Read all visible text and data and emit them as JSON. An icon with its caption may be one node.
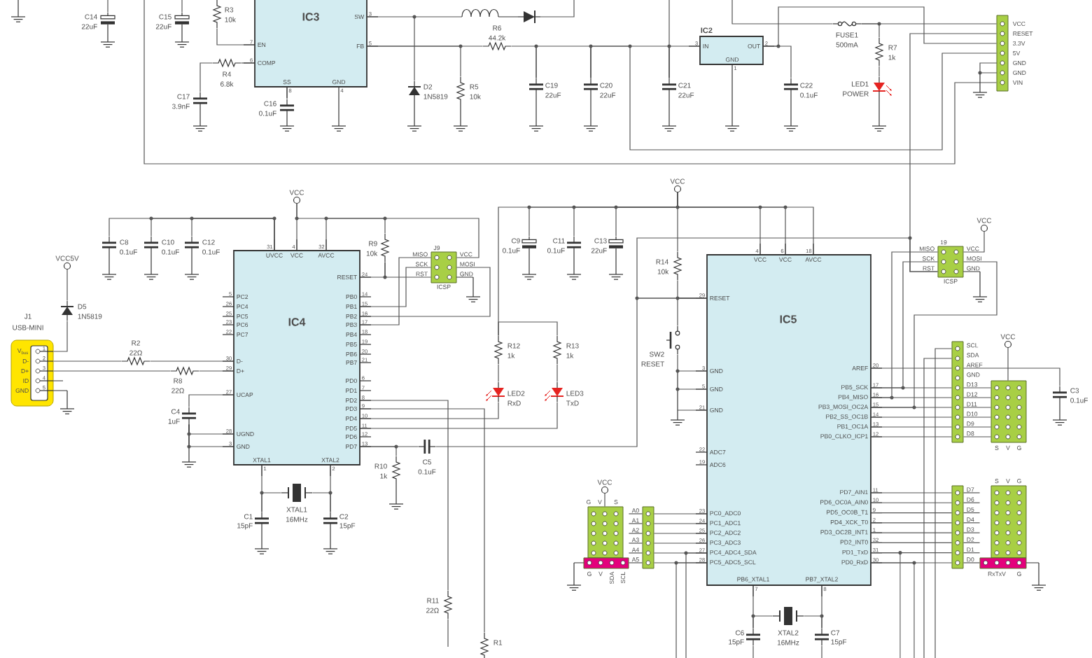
{
  "diagram": {
    "nodes": [
      {
        "text": [
          "C14",
          "22uF"
        ]
      },
      {
        "text": [
          "C15",
          "22uF"
        ]
      },
      {
        "text": [
          "R3",
          "10k"
        ]
      },
      {
        "text": [
          "IC3",
          "EN",
          "COMP",
          "SS",
          "GND",
          "SW",
          "FB"
        ],
        "beside": [
          "7",
          "6",
          "8",
          "4",
          "3",
          "5"
        ]
      },
      {
        "text": [
          "R4",
          "6.8k"
        ]
      },
      {
        "text": [
          "C17",
          "3.9nF"
        ]
      },
      {
        "text": [
          "C16",
          "0.1uF"
        ]
      },
      {
        "text": [
          "D2",
          "1N5819"
        ]
      },
      {
        "text": [
          "R5",
          "10k"
        ]
      },
      {
        "text": [
          "R6",
          "44.2k"
        ]
      },
      {
        "text": [
          "C19",
          "22uF"
        ]
      },
      {
        "text": [
          "C20",
          "22uF"
        ]
      },
      {
        "text": [
          "IC2",
          "IN",
          "OUT",
          "GND"
        ],
        "beside": [
          "3",
          "2",
          "1"
        ]
      },
      {
        "text": [
          "C21",
          "22uF"
        ]
      },
      {
        "text": [
          "C22",
          "0.1uF"
        ]
      },
      {
        "text": [
          "FUSE1",
          "500mA"
        ]
      },
      {
        "text": [
          "R7",
          "1k"
        ]
      },
      {
        "text": [
          "LED1",
          "POWER"
        ]
      },
      {
        "text": [
          "VCC",
          "RESET",
          "3.3V",
          "5V",
          "GND",
          "GND",
          "VIN"
        ]
      },
      {
        "text": [
          "VCC"
        ]
      },
      {
        "text": [
          "C8",
          "0.1uF"
        ]
      },
      {
        "text": [
          "C10",
          "0.1uF"
        ]
      },
      {
        "text": [
          "C12",
          "0.1uF"
        ]
      },
      {
        "text": [
          "IC4",
          "UVCC",
          "VCC",
          "AVCC",
          "PC2",
          "PC4",
          "PC5",
          "PC6",
          "PC7",
          "D-",
          "D+",
          "UCAP",
          "UGND",
          "GND",
          "RESET",
          "PB0",
          "PB1",
          "PB2",
          "PB3",
          "PB4",
          "PB5",
          "PB6",
          "PB7",
          "PD0",
          "PD1",
          "PD2",
          "PD3",
          "PD4",
          "PD5",
          "PD6",
          "PD7",
          "XTAL1",
          "XTAL2"
        ],
        "beside": [
          "31",
          "4",
          "32",
          "5",
          "26",
          "25",
          "23",
          "22",
          "30",
          "29",
          "27",
          "28",
          "3",
          "24",
          "14",
          "15",
          "16",
          "17",
          "18",
          "19",
          "20",
          "21",
          "6",
          "7",
          "8",
          "9",
          "10",
          "11",
          "12",
          "13",
          "1",
          "2"
        ]
      },
      {
        "text": [
          "R9",
          "10k"
        ]
      },
      {
        "text": [
          "J9",
          "MISO",
          "SCK",
          "RST",
          "VCC",
          "MOSI",
          "GND",
          "ICSP"
        ]
      },
      {
        "text": [
          "VCC5V"
        ]
      },
      {
        "text": [
          "D5",
          "1N5819"
        ]
      },
      {
        "text": [
          "J1",
          "USB-MINI",
          "V$_{bus}$",
          "D-",
          "D+",
          "ID",
          "GND",
          "1",
          "2",
          "3",
          "4",
          "5"
        ]
      },
      {
        "text": [
          "R2",
          "22Ω"
        ]
      },
      {
        "text": [
          "R8",
          "22Ω"
        ]
      },
      {
        "text": [
          "C4",
          "1uF"
        ]
      },
      {
        "text": [
          "C1",
          "15pF"
        ]
      },
      {
        "text": [
          "XTAL1",
          "16MHz"
        ]
      },
      {
        "text": [
          "C2",
          "15pF"
        ]
      },
      {
        "text": [
          "R10",
          "1k"
        ]
      },
      {
        "text": [
          "C5",
          "0.1uF"
        ]
      },
      {
        "text": [
          "R11",
          "22Ω"
        ]
      },
      {
        "text": [
          "R1"
        ]
      },
      {
        "text": [
          "VCC"
        ]
      },
      {
        "text": [
          "C9",
          "0.1uF"
        ]
      },
      {
        "text": [
          "C11",
          "0.1uF"
        ]
      },
      {
        "text": [
          "C13",
          "22uF"
        ]
      },
      {
        "text": [
          "R12",
          "1k"
        ]
      },
      {
        "text": [
          "LED2",
          "RxD"
        ]
      },
      {
        "text": [
          "R13",
          "1k"
        ]
      },
      {
        "text": [
          "LED3",
          "TxD"
        ]
      },
      {
        "text": [
          "R14",
          "10k"
        ]
      },
      {
        "text": [
          "SW2",
          "RESET"
        ]
      },
      {
        "text": [
          "IC5",
          "VCC",
          "VCC",
          "AVCC",
          "RESET",
          "GND",
          "GND",
          "GND",
          "ADC7",
          "ADC6",
          "PC0_ADC0",
          "PC1_ADC1",
          "PC2_ADC2",
          "PC3_ADC3",
          "PC4_ADC4_SDA",
          "PC5_ADC5_SCL",
          "AREF",
          "PB5_SCK",
          "PB4_MISO",
          "PB3_MOSI_OC2A",
          "PB2_SS_OC1B",
          "PB1_OC1A",
          "PB0_CLKO_ICP1",
          "PD7_AIN1",
          "PD6_OC0A_AIN0",
          "PD5_OC0B_T1",
          "PD4_XCK_T0",
          "PD3_OC2B_INT1",
          "PD2_INT0",
          "PD1_TxD",
          "PD0_RxD",
          "PB6_XTAL1",
          "PB7_XTAL2"
        ],
        "beside": [
          "4",
          "6",
          "18",
          "29",
          "3",
          "5",
          "21",
          "22",
          "19",
          "23",
          "24",
          "25",
          "26",
          "27",
          "28",
          "20",
          "17",
          "16",
          "15",
          "14",
          "13",
          "12",
          "11",
          "10",
          "9",
          "2",
          "1",
          "32",
          "31",
          "30",
          "7",
          "8"
        ]
      },
      {
        "text": [
          "VCC"
        ]
      },
      {
        "text": [
          "19",
          "MISO",
          "SCK",
          "RST",
          "VCC",
          "MOSI",
          "GND",
          "ICSP"
        ]
      },
      {
        "text": [
          "SCL",
          "SDA",
          "AREF",
          "GND",
          "D13",
          "D12",
          "D11",
          "D10",
          "D9",
          "D8"
        ]
      },
      {
        "text": [
          "VCC"
        ]
      },
      {
        "text": [
          "S",
          "V",
          "G"
        ]
      },
      {
        "text": [
          "C3",
          "0.1uF"
        ]
      },
      {
        "text": [
          "D7",
          "D6",
          "D5",
          "D4",
          "D3",
          "D2",
          "D1",
          "D0"
        ]
      },
      {
        "text": [
          "S",
          "V",
          "G",
          "RxTxV",
          "G"
        ]
      },
      {
        "text": [
          "VCC"
        ]
      },
      {
        "text": [
          "G",
          "V",
          "S",
          "G",
          "V",
          "SDA",
          "SCL"
        ]
      },
      {
        "text": [
          "A0",
          "A1",
          "A2",
          "A3",
          "A4",
          "A5"
        ]
      },
      {
        "text": [
          "C6",
          "15pF"
        ]
      },
      {
        "text": [
          "XTAL2",
          "16MHz"
        ]
      },
      {
        "text": [
          "C7",
          "15pF"
        ]
      }
    ],
    "edges": [
      {
        "from": 3,
        "to": 7,
        "arrow": "none"
      },
      {
        "from": 3,
        "to": 8,
        "arrow": "none"
      },
      {
        "from": 3,
        "to": 9,
        "arrow": "none"
      },
      {
        "from": 9,
        "to": 10,
        "arrow": "none"
      },
      {
        "from": 10,
        "to": 11,
        "arrow": "none"
      },
      {
        "from": 11,
        "to": 13,
        "arrow": "none"
      },
      {
        "from": 13,
        "to": 12,
        "arrow": "none"
      },
      {
        "from": 12,
        "to": 14,
        "arrow": "none"
      },
      {
        "from": 15,
        "to": 16,
        "arrow": "none"
      },
      {
        "from": 16,
        "to": 17,
        "arrow": "none"
      },
      {
        "from": 15,
        "to": 18,
        "arrow": "none"
      },
      {
        "from": 12,
        "to": 18,
        "arrow": "none"
      },
      {
        "from": null,
        "to": 15,
        "arrow": "none"
      },
      {
        "from": 2,
        "to": 3,
        "arrow": "none"
      },
      {
        "from": 4,
        "to": 3,
        "arrow": "none"
      },
      {
        "from": 5,
        "to": 4,
        "arrow": "none"
      },
      {
        "from": 6,
        "to": 3,
        "arrow": "none"
      },
      {
        "from": 19,
        "to": 23,
        "arrow": "none"
      },
      {
        "from": 20,
        "to": 23,
        "arrow": "none"
      },
      {
        "from": 21,
        "to": 23,
        "arrow": "none"
      },
      {
        "from": 22,
        "to": 23,
        "arrow": "none"
      },
      {
        "from": 23,
        "to": 24,
        "arrow": "none"
      },
      {
        "from": 24,
        "to": 23,
        "arrow": "none"
      },
      {
        "from": 24,
        "to": 25,
        "arrow": "none"
      },
      {
        "from": 23,
        "to": 25,
        "arrow": "none"
      },
      {
        "from": 23,
        "to": 25,
        "arrow": "none"
      },
      {
        "from": 23,
        "to": 25,
        "arrow": "none"
      },
      {
        "from": 25,
        "to": 19,
        "arrow": "none"
      },
      {
        "from": 26,
        "to": 27,
        "arrow": "none"
      },
      {
        "from": 27,
        "to": 28,
        "arrow": "none"
      },
      {
        "from": 28,
        "to": 29,
        "arrow": "none"
      },
      {
        "from": 29,
        "to": 23,
        "arrow": "none"
      },
      {
        "from": 28,
        "to": 30,
        "arrow": "none"
      },
      {
        "from": 30,
        "to": 23,
        "arrow": "none"
      },
      {
        "from": 31,
        "to": 23,
        "arrow": "none"
      },
      {
        "from": 23,
        "to": 32,
        "arrow": "none"
      },
      {
        "from": 33,
        "to": 32,
        "arrow": "none"
      },
      {
        "from": 23,
        "to": 34,
        "arrow": "none"
      },
      {
        "from": 33,
        "to": 34,
        "arrow": "none"
      },
      {
        "from": 23,
        "to": 35,
        "arrow": "none"
      },
      {
        "from": 23,
        "to": 36,
        "arrow": "none"
      },
      {
        "from": 36,
        "to": 49,
        "arrow": "none"
      },
      {
        "from": 23,
        "to": 37,
        "arrow": "none"
      },
      {
        "from": 23,
        "to": 38,
        "arrow": "none"
      },
      {
        "from": 44,
        "to": 23,
        "arrow": "none"
      },
      {
        "from": 46,
        "to": 23,
        "arrow": "none"
      },
      {
        "from": 43,
        "to": 44,
        "arrow": "none"
      },
      {
        "from": 45,
        "to": 46,
        "arrow": "none"
      },
      {
        "from": 43,
        "to": 39,
        "arrow": "none"
      },
      {
        "from": 45,
        "to": 43,
        "arrow": "none"
      },
      {
        "from": 40,
        "to": 39,
        "arrow": "none"
      },
      {
        "from": 41,
        "to": 39,
        "arrow": "none"
      },
      {
        "from": 42,
        "to": 39,
        "arrow": "none"
      },
      {
        "from": 39,
        "to": 47,
        "arrow": "none"
      },
      {
        "from": 39,
        "to": 49,
        "arrow": "none"
      },
      {
        "from": 39,
        "to": 49,
        "arrow": "none"
      },
      {
        "from": 39,
        "to": 49,
        "arrow": "none"
      },
      {
        "from": 47,
        "to": 49,
        "arrow": "none"
      },
      {
        "from": 48,
        "to": 49,
        "arrow": "none"
      },
      {
        "from": 48,
        "to": 49,
        "arrow": "none"
      },
      {
        "from": 49,
        "to": 51,
        "arrow": "none"
      },
      {
        "from": 49,
        "to": 51,
        "arrow": "none"
      },
      {
        "from": 49,
        "to": 51,
        "arrow": "none"
      },
      {
        "from": 49,
        "to": 51,
        "arrow": "none"
      },
      {
        "from": 50,
        "to": 51,
        "arrow": "none"
      },
      {
        "from": 49,
        "to": 52,
        "arrow": "none"
      },
      {
        "from": 49,
        "to": 52,
        "arrow": "none"
      },
      {
        "from": 49,
        "to": 52,
        "arrow": "none"
      },
      {
        "from": 49,
        "to": 52,
        "arrow": "none"
      },
      {
        "from": 49,
        "to": 52,
        "arrow": "none"
      },
      {
        "from": 49,
        "to": 52,
        "arrow": "none"
      },
      {
        "from": 49,
        "to": 52,
        "arrow": "none"
      },
      {
        "from": 49,
        "to": 56,
        "arrow": "none"
      },
      {
        "from": 49,
        "to": 56,
        "arrow": "none"
      },
      {
        "from": 49,
        "to": 56,
        "arrow": "none"
      },
      {
        "from": 49,
        "to": 56,
        "arrow": "none"
      },
      {
        "from": 49,
        "to": 56,
        "arrow": "none"
      },
      {
        "from": 49,
        "to": 56,
        "arrow": "none"
      },
      {
        "from": 49,
        "to": 56,
        "arrow": "none"
      },
      {
        "from": 49,
        "to": 56,
        "arrow": "none"
      },
      {
        "from": 49,
        "to": 60,
        "arrow": "none"
      },
      {
        "from": 49,
        "to": 60,
        "arrow": "none"
      },
      {
        "from": 49,
        "to": 60,
        "arrow": "none"
      },
      {
        "from": 49,
        "to": 60,
        "arrow": "none"
      },
      {
        "from": 49,
        "to": 60,
        "arrow": "none"
      },
      {
        "from": 49,
        "to": 60,
        "arrow": "none"
      },
      {
        "from": 60,
        "to": 59,
        "arrow": "none"
      },
      {
        "from": 60,
        "to": 59,
        "arrow": "none"
      },
      {
        "from": 60,
        "to": 59,
        "arrow": "none"
      },
      {
        "from": 60,
        "to": 59,
        "arrow": "none"
      },
      {
        "from": 60,
        "to": 59,
        "arrow": "none"
      },
      {
        "from": 60,
        "to": 59,
        "arrow": "none"
      },
      {
        "from": 52,
        "to": 54,
        "arrow": "none"
      },
      {
        "from": 52,
        "to": 54,
        "arrow": "none"
      },
      {
        "from": 52,
        "to": 54,
        "arrow": "none"
      },
      {
        "from": 52,
        "to": 54,
        "arrow": "none"
      },
      {
        "from": 52,
        "to": 54,
        "arrow": "none"
      },
      {
        "from": 52,
        "to": 54,
        "arrow": "none"
      },
      {
        "from": 56,
        "to": 57,
        "arrow": "none"
      },
      {
        "from": 56,
        "to": 57,
        "arrow": "none"
      },
      {
        "from": 56,
        "to": 57,
        "arrow": "none"
      },
      {
        "from": 56,
        "to": 57,
        "arrow": "none"
      },
      {
        "from": 56,
        "to": 57,
        "arrow": "none"
      },
      {
        "from": 56,
        "to": 57,
        "arrow": "none"
      },
      {
        "from": 56,
        "to": 57,
        "arrow": "none"
      },
      {
        "from": 56,
        "to": 57,
        "arrow": "none"
      },
      {
        "from": 53,
        "to": 54,
        "arrow": "none"
      },
      {
        "from": 52,
        "to": 55,
        "arrow": "none"
      },
      {
        "from": 58,
        "to": 59,
        "arrow": "none"
      },
      {
        "from": 49,
        "to": 61,
        "arrow": "none"
      },
      {
        "from": 62,
        "to": 61,
        "arrow": "none"
      },
      {
        "from": 49,
        "to": 63,
        "arrow": "none"
      },
      {
        "from": 62,
        "to": 63,
        "arrow": "none"
      },
      {
        "from": 11,
        "to": 18,
        "arrow": "none"
      },
      {
        "from": 18,
        "to": 51,
        "arrow": "none"
      },
      {
        "from": null,
        "to": 18,
        "arrow": "none"
      },
      {
        "from": 23,
        "to": 31,
        "arrow": "none"
      },
      {
        "from": 23,
        "to": 31,
        "arrow": "none"
      },
      {
        "from": 52,
        "to": null,
        "arrow": "none"
      },
      {
        "from": 52,
        "to": null,
        "arrow": "none"
      },
      {
        "from": 49,
        "to": null,
        "arrow": "none"
      },
      {
        "from": 49,
        "to": null,
        "arrow": "none"
      },
      {
        "from": 49,
        "to": null,
        "arrow": "none"
      },
      {
        "from": 49,
        "to": null,
        "arrow": "none"
      },
      {
        "from": 37,
        "to": null,
        "arrow": "none"
      },
      {
        "from": null,
        "to": 0,
        "arrow": "none"
      },
      {
        "from": null,
        "to": 1,
        "arrow": "none"
      },
      {
        "from": 13,
        "to": null,
        "arrow": "none"
      },
      {
        "from": 61,
        "to": null,
        "arrow": "none"
      },
      {
        "from": 63,
        "to": null,
        "arrow": "none"
      }
    ]
  }
}
